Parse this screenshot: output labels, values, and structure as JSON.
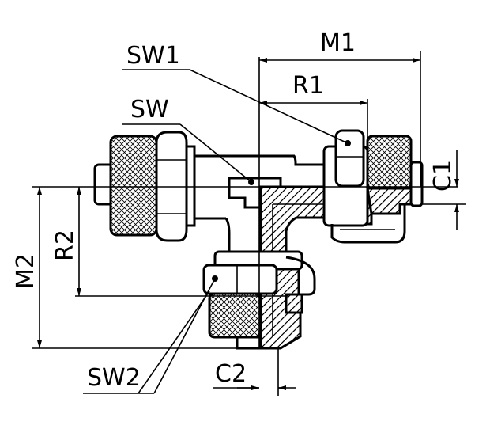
{
  "labels": {
    "sw1": "SW1",
    "m1": "M1",
    "r1": "R1",
    "sw": "SW",
    "c1": "C1",
    "r2": "R2",
    "m2": "M2",
    "sw2": "SW2",
    "c2": "C2"
  },
  "colors": {
    "line": "#000000",
    "background": "#ffffff"
  }
}
